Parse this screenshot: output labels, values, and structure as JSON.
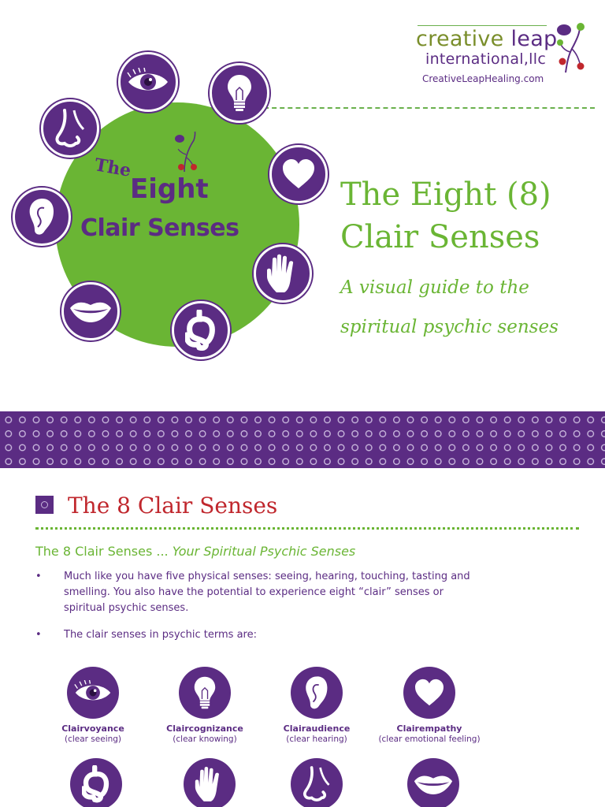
{
  "logo": {
    "word1": "creative",
    "word2": "leap",
    "sub": "international,llc",
    "url": "CreativeLeapHealing.com"
  },
  "badge": {
    "the": "The",
    "eight": "Eight",
    "clair": "Clair Senses"
  },
  "hero": {
    "title_line1": "The Eight (8)",
    "title_line2": "Clair Senses",
    "subtitle_line1": "A visual guide to the",
    "subtitle_line2": "spiritual psychic senses"
  },
  "section": {
    "title": "The 8 Clair Senses",
    "subheading_plain": "The 8 Clair Senses ...",
    "subheading_italic": "Your Spiritual Psychic Senses",
    "bullets": [
      "Much like you have five physical senses: seeing, hearing, touching, tasting and smelling. You also have the potential to experience eight “clair” senses or spiritual psychic senses.",
      "The clair senses in psychic terms are:"
    ]
  },
  "senses": [
    {
      "name": "Clairvoyance",
      "desc": "(clear seeing)",
      "icon": "eye-icon"
    },
    {
      "name": "Claircognizance",
      "desc": "(clear knowing)",
      "icon": "lightbulb-icon"
    },
    {
      "name": "Clairaudience",
      "desc": "(clear hearing)",
      "icon": "ear-icon"
    },
    {
      "name": "Clairempathy",
      "desc": "(clear emotional feeling)",
      "icon": "heart-icon"
    },
    {
      "name": "",
      "desc": "",
      "icon": "stomach-icon"
    },
    {
      "name": "",
      "desc": "",
      "icon": "hand-icon"
    },
    {
      "name": "",
      "desc": "",
      "icon": "nose-icon"
    },
    {
      "name": "",
      "desc": "",
      "icon": "lips-icon"
    }
  ],
  "colors": {
    "purple": "#5b2c83",
    "green": "#6ab534",
    "red": "#c0272d"
  }
}
